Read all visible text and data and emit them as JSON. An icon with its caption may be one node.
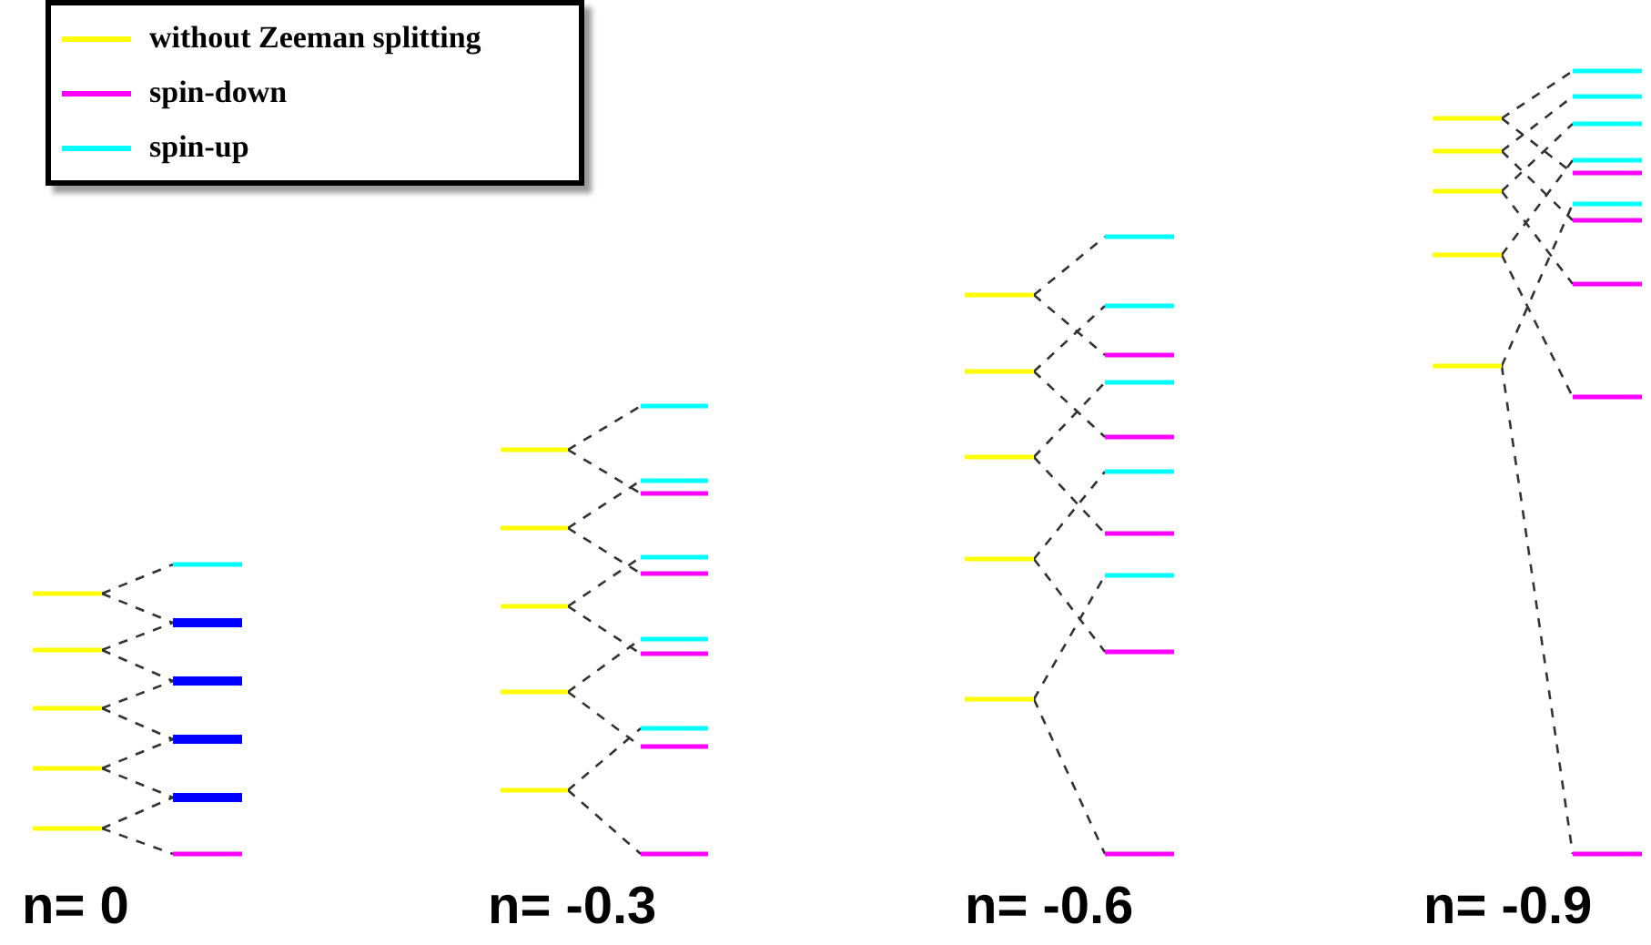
{
  "diagram": {
    "labels": [
      "n= 0",
      "n= -0.3",
      "n= -0.6",
      "n= -0.9"
    ],
    "legend": [
      {
        "text": "without Zeeman splitting"
      },
      {
        "text": "spin-down"
      },
      {
        "text": "spin-up"
      }
    ]
  }
}
